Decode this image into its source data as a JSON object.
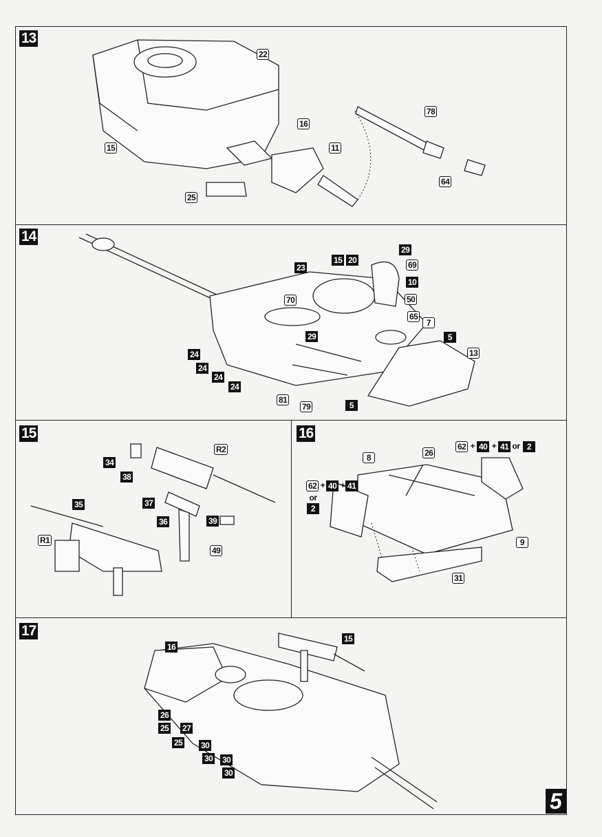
{
  "page_number": "5",
  "steps": [
    {
      "number": "13",
      "labels": [
        "22",
        "16",
        "11",
        "15",
        "25",
        "78",
        "64"
      ]
    },
    {
      "number": "14",
      "labels": [
        "23",
        "15",
        "20",
        "29",
        "69",
        "10",
        "50",
        "70",
        "65",
        "7",
        "5",
        "13",
        "29",
        "24",
        "24",
        "24",
        "24",
        "81",
        "79",
        "5"
      ]
    },
    {
      "number": "15",
      "labels": [
        "34",
        "R2",
        "38",
        "37",
        "36",
        "39",
        "35",
        "R1",
        "49"
      ]
    },
    {
      "number": "16",
      "labels": [
        "62",
        "+",
        "40",
        "+",
        "41",
        "or",
        "2",
        "8",
        "26",
        "62",
        "+",
        "40",
        "+",
        "41",
        "or",
        "2",
        "9",
        "31"
      ]
    },
    {
      "number": "17",
      "labels": [
        "16",
        "15",
        "26",
        "25",
        "27",
        "25",
        "30",
        "30",
        "30",
        "30"
      ]
    }
  ]
}
